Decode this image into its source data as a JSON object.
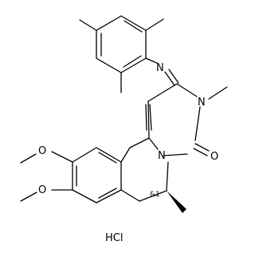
{
  "structure": {
    "atoms": {
      "imine_n": "N",
      "ring_n_methyl": "N",
      "ring_n_fused": "N",
      "carbonyl_o": "O",
      "methoxy_o_upper": "O",
      "methoxy_o_lower": "O"
    },
    "stereo_label": "&1",
    "salt": "HCl"
  },
  "colors": {
    "bond": "#000000",
    "background": "#ffffff"
  }
}
